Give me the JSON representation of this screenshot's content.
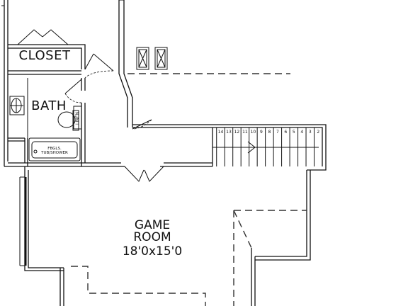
{
  "plan": {
    "rooms": {
      "closet": "CLOSET",
      "bath": "BATH",
      "game_line1": "GAME",
      "game_line2": "ROOM",
      "game_dims": "18'0x15'0"
    },
    "fixtures": {
      "tub": "FBGLS.\nTUB/SHOWER",
      "tub_line1": "FBGLS.",
      "tub_line2": "TUB/SHOWER",
      "linen": "LINEN"
    },
    "stair_numbers": [
      "14",
      "13",
      "12",
      "11",
      "10",
      "9",
      "8",
      "7",
      "6",
      "5",
      "4",
      "3",
      "2"
    ]
  }
}
